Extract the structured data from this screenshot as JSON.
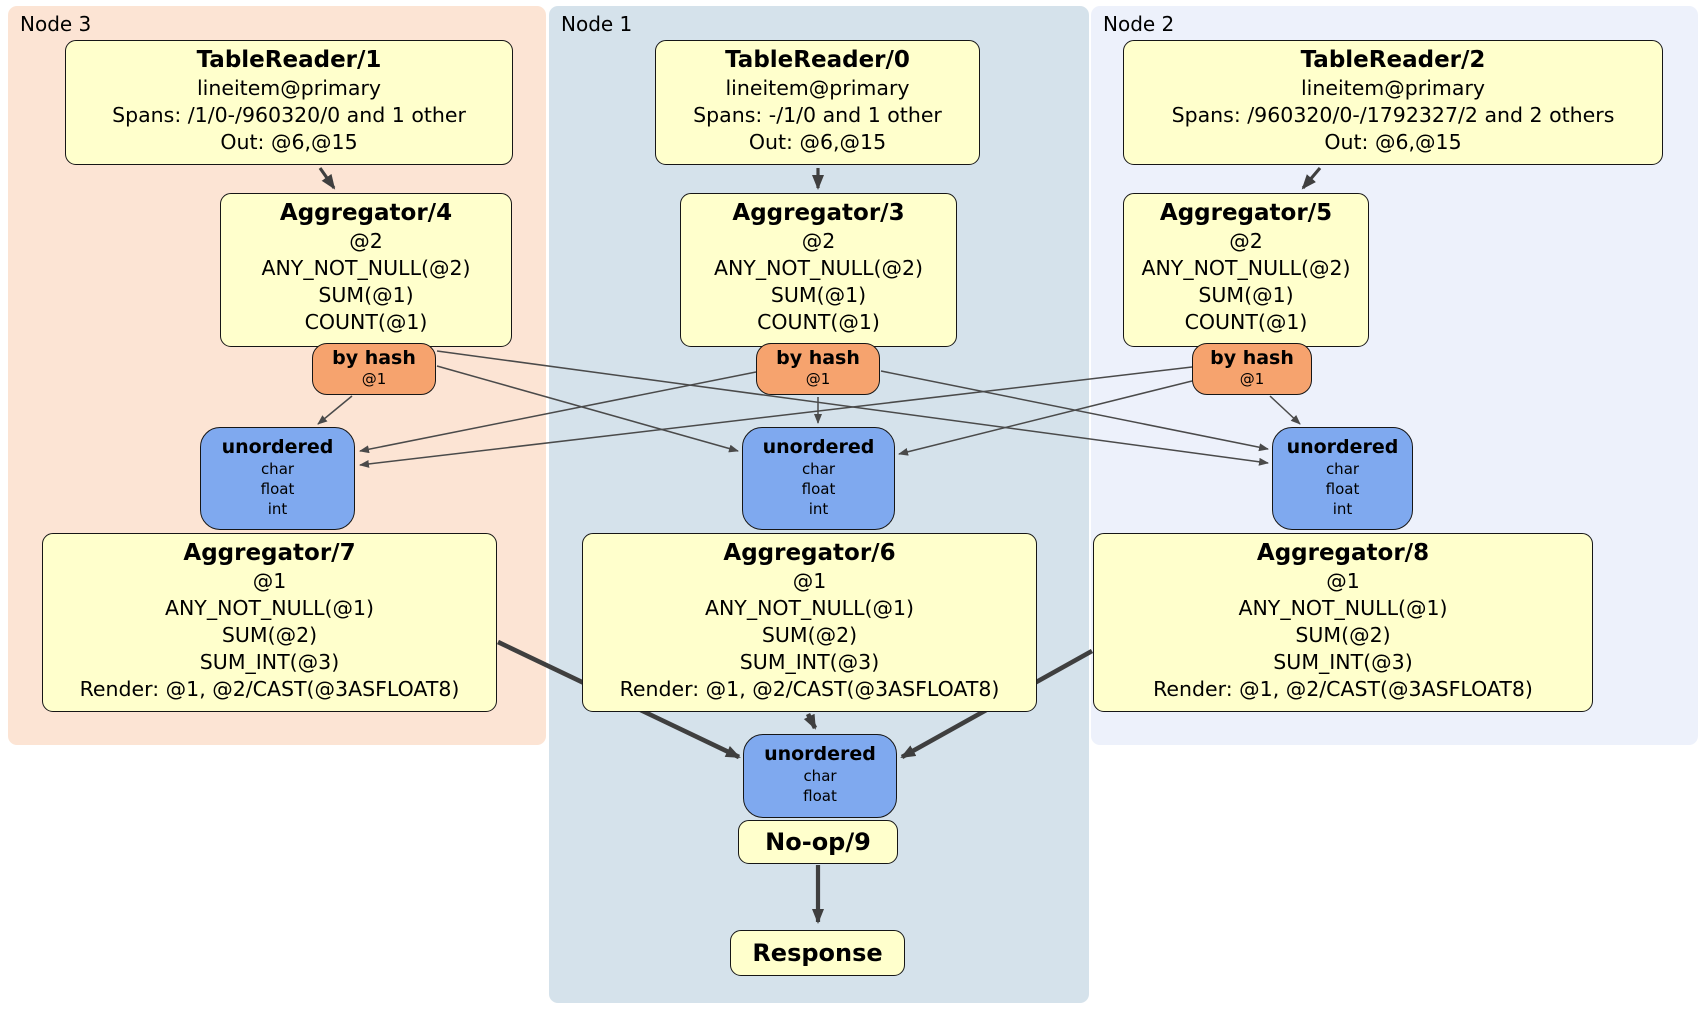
{
  "colors": {
    "node3_bg": "#fce4d4",
    "node1_bg": "#d5e2eb",
    "node2_bg": "#edf1fb",
    "box_bg": "#ffffcc",
    "router_bg": "#f6a36e",
    "sync_bg": "#7fa9ef",
    "edge_thin": "#4a4a4a",
    "edge_thick": "#3f3f3f"
  },
  "groups": [
    {
      "label": "Node 3",
      "table_reader": {
        "title": "TableReader/1",
        "lines": [
          "lineitem@primary",
          "Spans: /1/0-/960320/0 and 1 other",
          "Out: @6,@15"
        ]
      },
      "stage1_aggregator": {
        "title": "Aggregator/4",
        "lines": [
          "@2",
          "ANY_NOT_NULL(@2)",
          "SUM(@1)",
          "COUNT(@1)"
        ]
      },
      "router": {
        "title": "by hash",
        "lines": [
          "@1"
        ]
      },
      "sync": {
        "title": "unordered",
        "lines": [
          "char",
          "float",
          "int"
        ]
      },
      "stage2_aggregator": {
        "title": "Aggregator/7",
        "lines": [
          "@1",
          "ANY_NOT_NULL(@1)",
          "SUM(@2)",
          "SUM_INT(@3)",
          "Render: @1, @2/CAST(@3ASFLOAT8)"
        ]
      }
    },
    {
      "label": "Node 1",
      "table_reader": {
        "title": "TableReader/0",
        "lines": [
          "lineitem@primary",
          "Spans: -/1/0 and 1 other",
          "Out: @6,@15"
        ]
      },
      "stage1_aggregator": {
        "title": "Aggregator/3",
        "lines": [
          "@2",
          "ANY_NOT_NULL(@2)",
          "SUM(@1)",
          "COUNT(@1)"
        ]
      },
      "router": {
        "title": "by hash",
        "lines": [
          "@1"
        ]
      },
      "sync": {
        "title": "unordered",
        "lines": [
          "char",
          "float",
          "int"
        ]
      },
      "stage2_aggregator": {
        "title": "Aggregator/6",
        "lines": [
          "@1",
          "ANY_NOT_NULL(@1)",
          "SUM(@2)",
          "SUM_INT(@3)",
          "Render: @1, @2/CAST(@3ASFLOAT8)"
        ]
      }
    },
    {
      "label": "Node 2",
      "table_reader": {
        "title": "TableReader/2",
        "lines": [
          "lineitem@primary",
          "Spans: /960320/0-/1792327/2 and 2 others",
          "Out: @6,@15"
        ]
      },
      "stage1_aggregator": {
        "title": "Aggregator/5",
        "lines": [
          "@2",
          "ANY_NOT_NULL(@2)",
          "SUM(@1)",
          "COUNT(@1)"
        ]
      },
      "router": {
        "title": "by hash",
        "lines": [
          "@1"
        ]
      },
      "sync": {
        "title": "unordered",
        "lines": [
          "char",
          "float",
          "int"
        ]
      },
      "stage2_aggregator": {
        "title": "Aggregator/8",
        "lines": [
          "@1",
          "ANY_NOT_NULL(@1)",
          "SUM(@2)",
          "SUM_INT(@3)",
          "Render: @1, @2/CAST(@3ASFLOAT8)"
        ]
      }
    }
  ],
  "final_stage": {
    "sync": {
      "title": "unordered",
      "lines": [
        "char",
        "float"
      ]
    },
    "noop": {
      "title": "No-op/9"
    },
    "response": {
      "title": "Response"
    }
  }
}
